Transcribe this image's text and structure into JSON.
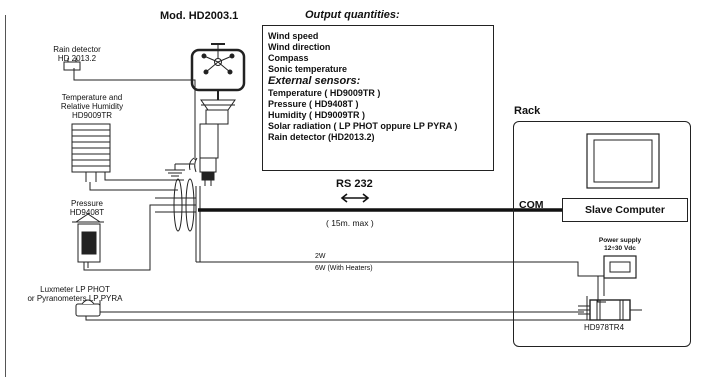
{
  "model": "Mod. HD2003.1",
  "output": {
    "title": "Output quantities:",
    "items": [
      "Wind speed",
      "Wind direction",
      "Compass",
      "Sonic temperature"
    ],
    "external_title": "External sensors:",
    "external": [
      "Temperature ( HD9009TR )",
      "Pressure ( HD9408T )",
      "Humidity  ( HD9009TR )",
      "Solar radiation ( LP PHOT oppure LP PYRA )",
      "Rain detector (HD2013.2)"
    ]
  },
  "sensors": {
    "rain": {
      "line1": "Rain detector",
      "line2": "HD 2013.2"
    },
    "th": {
      "line1": "Temperature and",
      "line2": "Relative Humidity",
      "line3": "HD9009TR"
    },
    "pressure": {
      "line1": "Pressure",
      "line2": "HD9408T"
    },
    "lux": {
      "line1": "Luxmeter LP PHOT",
      "line2": "or Pyranometers LP PYRA"
    }
  },
  "link": {
    "rs232": "RS 232",
    "length": "( 15m. max )"
  },
  "power": {
    "line1": "2W",
    "line2": "6W (With Heaters)"
  },
  "rack": {
    "label": "Rack",
    "com": "COM",
    "slave": "Slave Computer",
    "psu_line1": "Power supply",
    "psu_line2": "12÷30 Vdc",
    "converter": "HD978TR4"
  }
}
